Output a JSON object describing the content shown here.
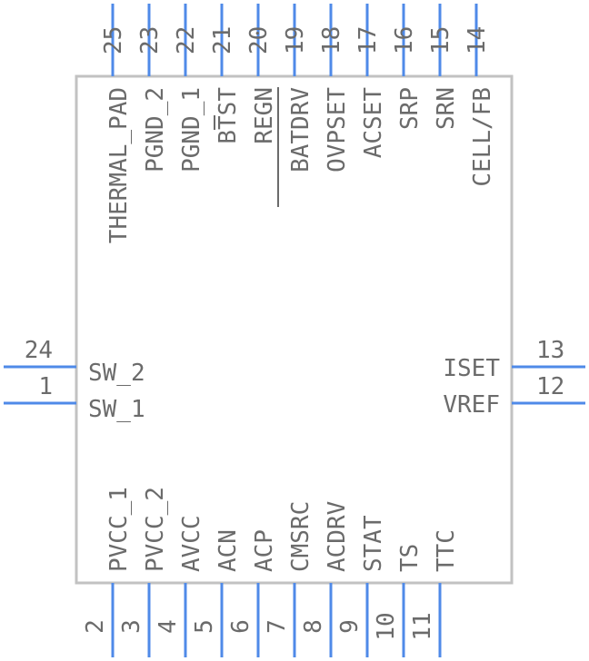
{
  "component": {
    "top_pins": [
      {
        "number": "25",
        "label": "THERMAL_PAD"
      },
      {
        "number": "23",
        "label": "PGND_2"
      },
      {
        "number": "22",
        "label": "PGND_1"
      },
      {
        "number": "21",
        "label": "BTST"
      },
      {
        "number": "20",
        "label": "REGN"
      },
      {
        "number": "19",
        "label": "BATDRV"
      },
      {
        "number": "18",
        "label": "OVPSET"
      },
      {
        "number": "17",
        "label": "ACSET"
      },
      {
        "number": "16",
        "label": "SRP"
      },
      {
        "number": "15",
        "label": "SRN"
      },
      {
        "number": "14",
        "label": "CELL/FB"
      }
    ],
    "bottom_pins": [
      {
        "number": "2",
        "label": "PVCC_1"
      },
      {
        "number": "3",
        "label": "PVCC_2"
      },
      {
        "number": "4",
        "label": "AVCC"
      },
      {
        "number": "5",
        "label": "ACN"
      },
      {
        "number": "6",
        "label": "ACP"
      },
      {
        "number": "7",
        "label": "CMSRC"
      },
      {
        "number": "8",
        "label": "ACDRV"
      },
      {
        "number": "9",
        "label": "STAT"
      },
      {
        "number": "10",
        "label": "TS"
      },
      {
        "number": "11",
        "label": "TTC"
      }
    ],
    "left_pins": [
      {
        "number": "24",
        "label": "SW_2"
      },
      {
        "number": "1",
        "label": "SW_1"
      }
    ],
    "right_pins": [
      {
        "number": "13",
        "label": "ISET"
      },
      {
        "number": "12",
        "label": "VREF"
      }
    ]
  }
}
